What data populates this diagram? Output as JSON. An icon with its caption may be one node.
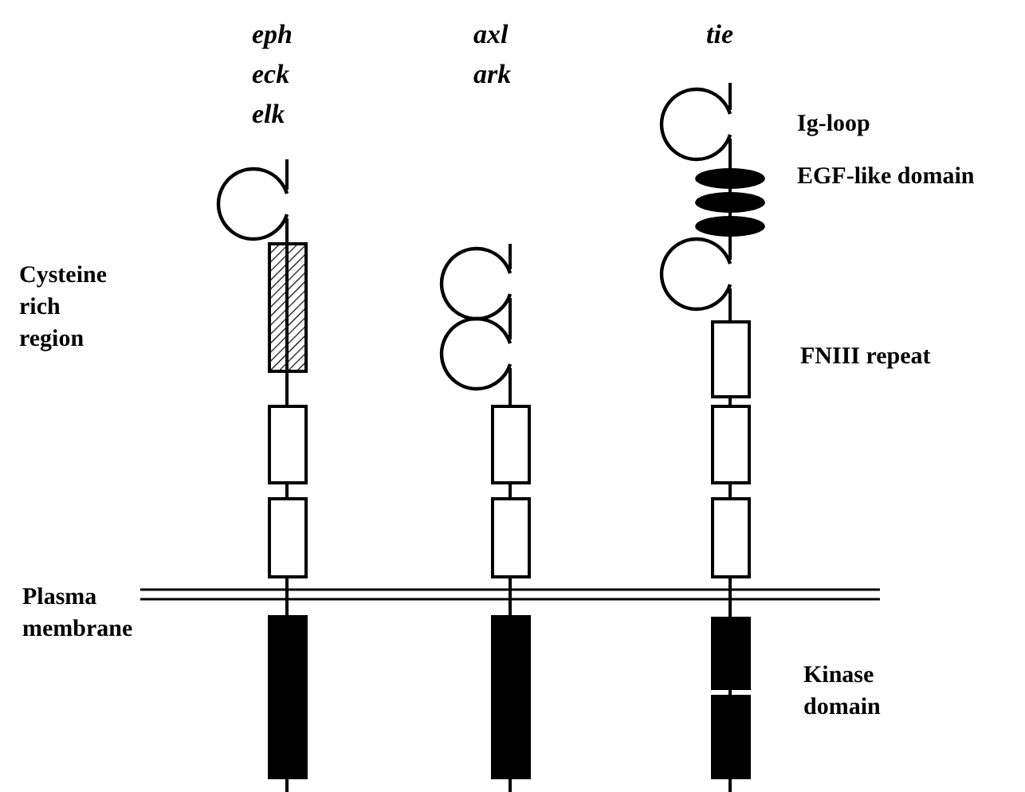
{
  "diagram": {
    "labels": [
      "eph",
      "eck",
      "elk",
      "axl",
      "ark",
      "tie",
      "Ig-loop",
      "EGF-like domain",
      "Cysteine rich region",
      "FNIII repeat",
      "Plasma membrane",
      "Kinase domain"
    ]
  }
}
